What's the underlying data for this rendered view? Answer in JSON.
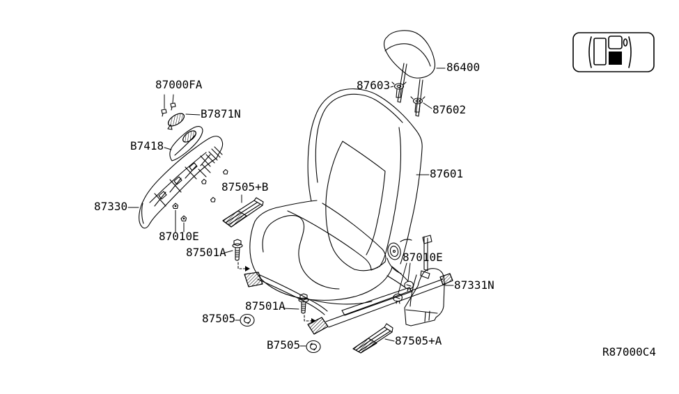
{
  "diagram": {
    "type": "exploded-parts-diagram",
    "subject": "front seat assembly",
    "drawing_code": "R87000C4",
    "colors": {
      "line": "#000000",
      "background": "#ffffff"
    },
    "labels": {
      "clip_87000FA": "87000FA",
      "bezel_B7871N": "B7871N",
      "armrest_B7418": "B7418",
      "side_frame_87330": "87330",
      "rail_cover_87505B": "87505+B",
      "clip_87010E_left": "87010E",
      "bolt_87501A_upper": "87501A",
      "bolt_87501A_lower": "87501A",
      "washer_87505": "87505",
      "washer_B7505": "B7505",
      "headrest_86400": "86400",
      "holder_87603": "87603",
      "holder_87602": "87602",
      "seat_back_87601": "87601",
      "clip_87010E_right": "87010E",
      "finisher_87331N": "87331N",
      "rail_cover_87505A": "87505+A"
    },
    "icons": {
      "car_inset": "car-top-view-seat-position-indicator",
      "car_inset_highlight": "front-left-seat-filled-black"
    }
  }
}
